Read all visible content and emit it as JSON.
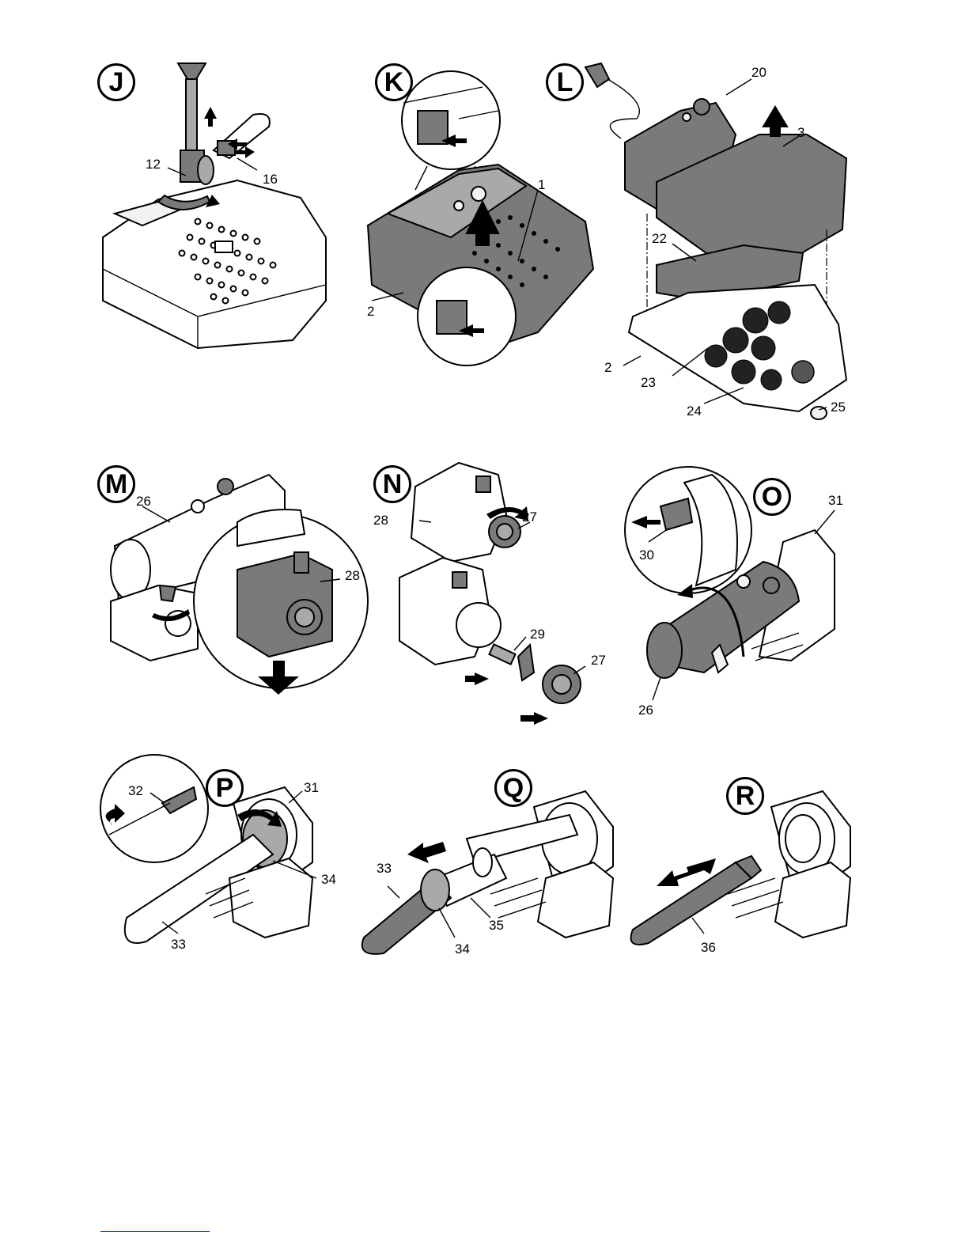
{
  "panels": {
    "J": {
      "label": "J",
      "callouts": [
        "12",
        "16"
      ]
    },
    "K": {
      "label": "K",
      "callouts": [
        "1",
        "2"
      ]
    },
    "L": {
      "label": "L",
      "callouts": [
        "20",
        "3",
        "22",
        "2",
        "23",
        "24",
        "25"
      ]
    },
    "M": {
      "label": "M",
      "callouts": [
        "26",
        "28"
      ]
    },
    "N": {
      "label": "N",
      "callouts": [
        "28",
        "27",
        "29",
        "27"
      ]
    },
    "O": {
      "label": "O",
      "callouts": [
        "31",
        "30",
        "26"
      ]
    },
    "P": {
      "label": "P",
      "callouts": [
        "32",
        "31",
        "34",
        "33"
      ]
    },
    "Q": {
      "label": "Q",
      "callouts": [
        "33",
        "35",
        "34"
      ]
    },
    "R": {
      "label": "R",
      "callouts": [
        "36"
      ]
    }
  },
  "colors": {
    "line": "#000000",
    "dark_part": "#7a7a7a",
    "mid_part": "#a9a9a9",
    "light_part": "#f2f2f2"
  }
}
